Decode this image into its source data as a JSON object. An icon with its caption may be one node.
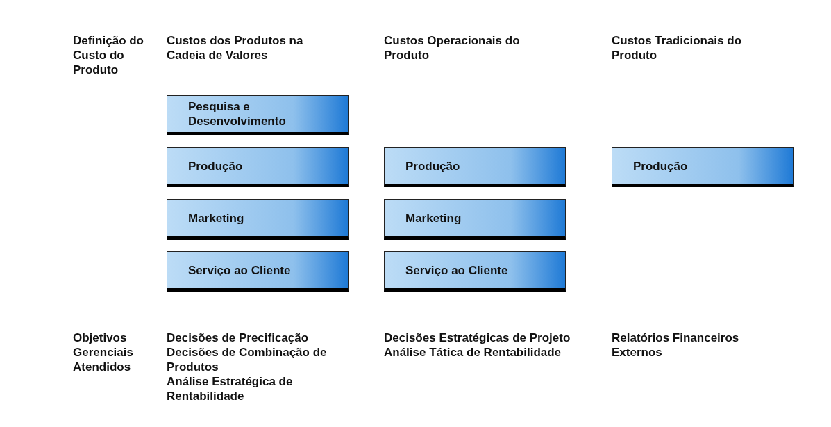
{
  "diagram": {
    "nodes": [
      {
        "text": [
          "Pesquisa e Desenvolvimento"
        ]
      },
      {
        "text": [
          "Produção"
        ]
      },
      {
        "text": [
          "Marketing"
        ]
      },
      {
        "text": [
          "Serviço ao Cliente"
        ]
      },
      {
        "text": [
          "Produção"
        ]
      },
      {
        "text": [
          "Marketing"
        ]
      },
      {
        "text": [
          "Serviço ao Cliente"
        ]
      },
      {
        "text": [
          "Produção"
        ]
      }
    ],
    "labels": [
      "Definição do Custo do Produto",
      "Custos dos Produtos na Cadeia de Valores",
      "Custos Operacionais do Produto",
      "Custos Tradicionais do Produto",
      "Objetivos Gerenciais Atendidos",
      "Decisões de Precificação",
      "Decisões de Combinação de Produtos",
      "Análise Estratégica de Rentabilidade",
      "Decisões Estratégicas de Projeto",
      "Análise Tática de Rentabilidade",
      "Relatórios Financeiros Externos"
    ]
  }
}
